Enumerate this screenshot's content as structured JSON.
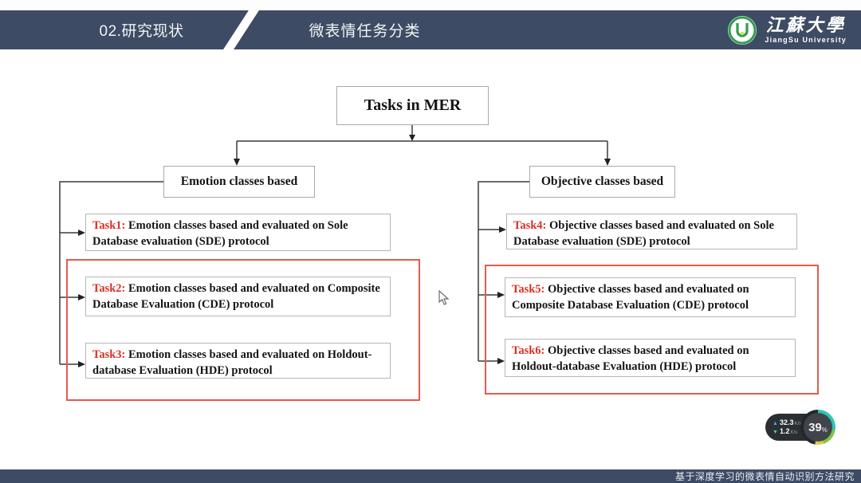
{
  "header": {
    "section_label": "02.研究现状",
    "page_title": "微表情任务分类",
    "logo": {
      "university_zh": "江蘇大學",
      "university_en": "JiangSu University"
    }
  },
  "diagram": {
    "root_label": "Tasks in MER",
    "branches": [
      {
        "label": "Emotion classes based",
        "tasks": [
          {
            "id": "Task1:",
            "text": "Emotion classes based and evaluated on Sole Database evaluation (SDE) protocol",
            "highlighted": false
          },
          {
            "id": "Task2:",
            "text": "Emotion classes based and evaluated on Composite Database Evaluation (CDE) protocol",
            "highlighted": true
          },
          {
            "id": "Task3:",
            "text": "Emotion classes based and evaluated on Holdout-database Evaluation (HDE) protocol",
            "highlighted": true
          }
        ]
      },
      {
        "label": "Objective classes based",
        "tasks": [
          {
            "id": "Task4:",
            "text": "Objective classes based and evaluated on Sole Database evaluation (SDE) protocol",
            "highlighted": false
          },
          {
            "id": "Task5:",
            "text": "Objective classes based and evaluated on Composite Database Evaluation (CDE) protocol",
            "highlighted": true
          },
          {
            "id": "Task6:",
            "text": "Objective classes based and evaluated on Holdout-database Evaluation (HDE) protocol",
            "highlighted": true
          }
        ]
      }
    ]
  },
  "speed_widget": {
    "upload_value": "32.3",
    "upload_unit": "K/s",
    "download_value": "1.2",
    "download_unit": "K/s",
    "percent_value": "39",
    "percent_unit": "%"
  },
  "footer": {
    "thesis_title": "基于深度学习的微表情自动识别方法研究"
  },
  "colors": {
    "bar": "#3e4b64",
    "task_label_red": "#d93025",
    "highlight_border": "#e25b4e"
  }
}
